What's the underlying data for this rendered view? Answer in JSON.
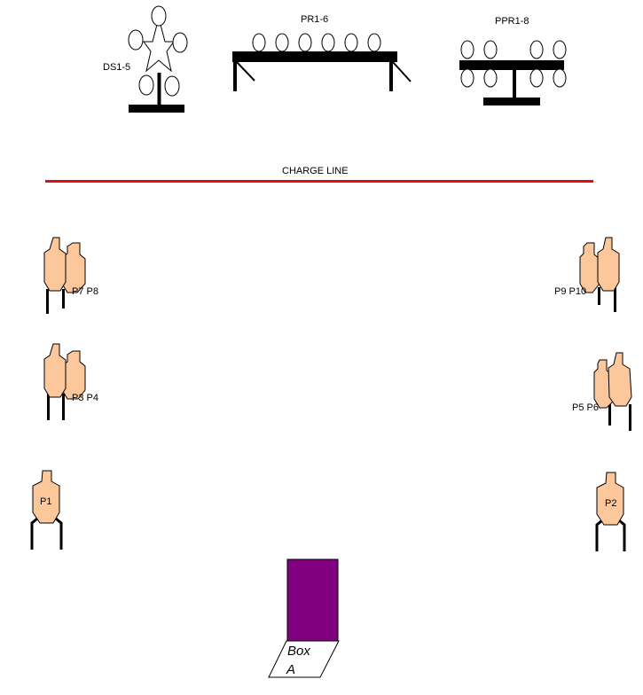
{
  "stage": {
    "colors": {
      "charge_line": "#e01010",
      "target_fill": "#fcc89b",
      "box_fill": "#800080",
      "steel_fill": "#ffffff",
      "stand": "#000000"
    },
    "charge_line_label": "CHARGE LINE",
    "steel": {
      "ds_label": "DS1-5",
      "pr_label": "PR1-6",
      "ppr_label": "PPR1-8"
    },
    "paper": {
      "p7p8": "P7 P8",
      "p9p10": "P9 P10",
      "p3p4": "P3 P4",
      "p5p6": "P5 P6",
      "p1": "P1",
      "p2": "P2"
    },
    "box": {
      "line1": "Box",
      "line2": "A"
    }
  }
}
